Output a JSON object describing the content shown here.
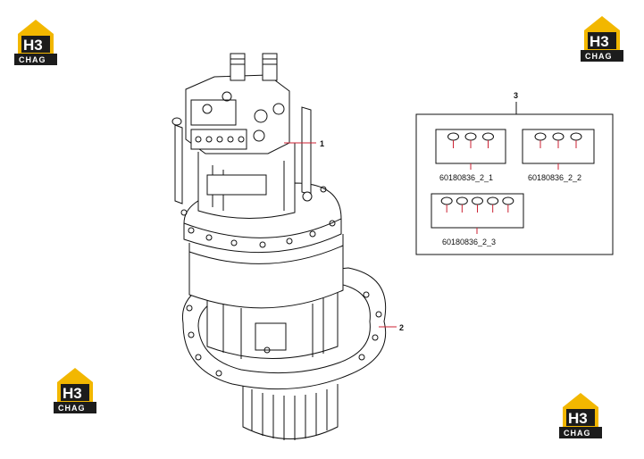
{
  "logo": {
    "mark": "H3",
    "wordmark": "CHAG",
    "yellow": "#f2b700",
    "dark": "#1c1c1c"
  },
  "callouts": {
    "c1": "1",
    "c2": "2",
    "c3": "3"
  },
  "kits": [
    {
      "label": "60180836_2_1",
      "rings": 3
    },
    {
      "label": "60180836_2_2",
      "rings": 3
    },
    {
      "label": "60180836_2_3",
      "rings": 5
    }
  ],
  "colors": {
    "leader": "#cc2233",
    "line": "#111111"
  }
}
